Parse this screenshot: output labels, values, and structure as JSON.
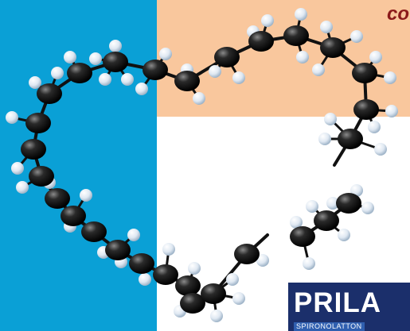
{
  "colors": {
    "blue_panel": "#0aa0d6",
    "peach_panel": "#f9c79d",
    "corner_text": "#8b1a1a",
    "carbon_atom": "#1a1a1a",
    "hydrogen_atom": "#e6eef6",
    "bond": "#111111",
    "logo_bg": "#1b2f6b",
    "logo_text": "#ffffff",
    "logo_sub_bg": "#2f5fb0"
  },
  "corner_text": "co",
  "logo": {
    "word": "PRILA",
    "subtitle": "SPIRONOLATTON"
  }
}
